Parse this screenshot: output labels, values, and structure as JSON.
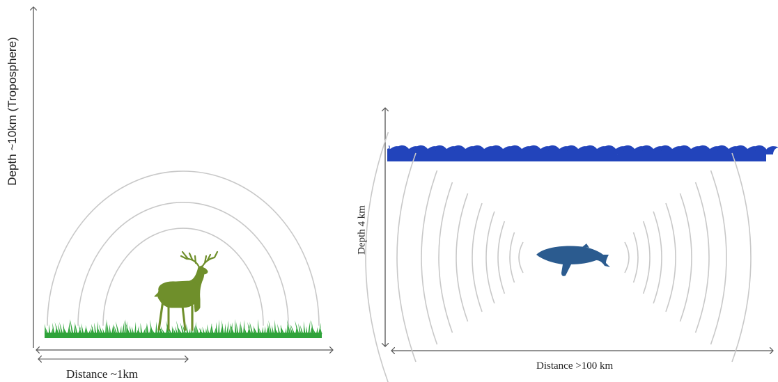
{
  "land_panel": {
    "y_axis_label": "Depth ~10km (Troposphere)",
    "x_axis_label": "Distance ~1km",
    "animal_icon": "deer-icon",
    "ground_icon": "grass-icon",
    "colors": {
      "deer": "#6f8f2b",
      "grass": "#2fa33a",
      "waves": "#c8c8c8",
      "axis": "#555555"
    }
  },
  "sea_panel": {
    "y_axis_label": "Depth 4 km",
    "x_axis_label": "Distance >100 km",
    "animal_icon": "whale-icon",
    "surface_icon": "water-waves-icon",
    "colors": {
      "whale": "#2b5b8f",
      "water": "#2244bb",
      "waves": "#c8c8c8",
      "axis": "#555555"
    }
  }
}
